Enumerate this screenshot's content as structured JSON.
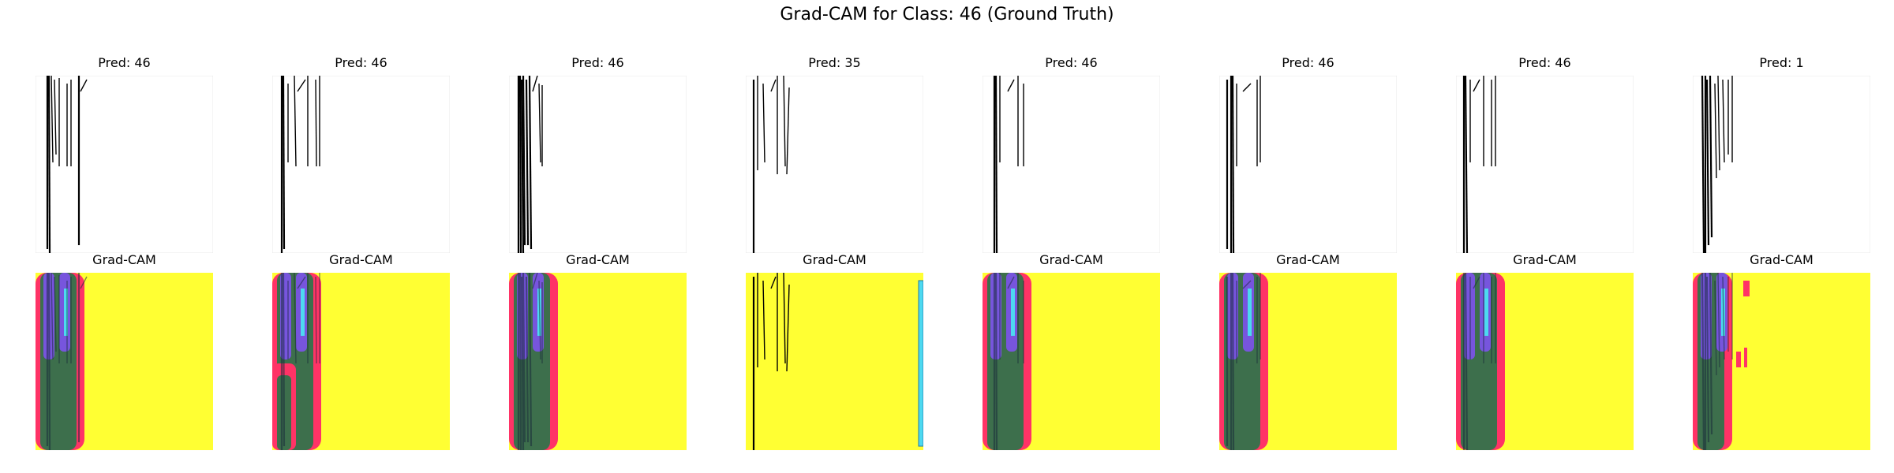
{
  "chart_data": {
    "type": "image_grid",
    "title": "Grad-CAM for Class: 46 (Ground Truth)",
    "columns": 8,
    "rows": [
      {
        "kind": "input",
        "panel_titles": [
          "Pred: 46",
          "Pred: 46",
          "Pred: 46",
          "Pred: 35",
          "Pred: 46",
          "Pred: 46",
          "Pred: 46",
          "Pred: 1"
        ]
      },
      {
        "kind": "gradcam",
        "panel_titles": [
          "Grad-CAM",
          "Grad-CAM",
          "Grad-CAM",
          "Grad-CAM",
          "Grad-CAM",
          "Grad-CAM",
          "Grad-CAM",
          "Grad-CAM"
        ]
      }
    ],
    "predictions": [
      46,
      46,
      46,
      35,
      46,
      46,
      46,
      1
    ],
    "ground_truth_class": 46,
    "colors": {
      "background": "#ffffff",
      "ink": "#000000",
      "heat_low": "#ffff33",
      "heat_mid": "#ff3366",
      "heat_high": "#7755dd",
      "heat_green": "#3d6f4c",
      "heat_cyan": "#4dd9f0"
    }
  }
}
